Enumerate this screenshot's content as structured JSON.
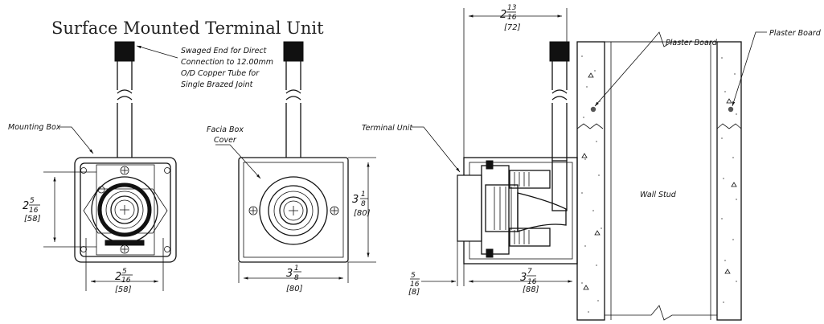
{
  "title": "Surface Mounted Terminal Unit",
  "notes": {
    "swaged_1": "Swaged End for Direct",
    "swaged_2": "Connection to 12.00mm",
    "swaged_3": "O/D Copper Tube for",
    "swaged_4": "Single Brazed Joint",
    "mounting_box": "Mounting Box",
    "facia_1": "Facia Box",
    "facia_2": "Cover",
    "terminal_unit": "Terminal Unit",
    "plaster_board_1": "Plaster Board",
    "plaster_board_2": "Plaster Board",
    "wall_stud": "Wall Stud"
  },
  "dimensions": {
    "mb_height": {
      "whole": "2",
      "num": "5",
      "den": "16",
      "mm": "[58]"
    },
    "mb_width": {
      "whole": "2",
      "num": "5",
      "den": "16",
      "mm": "[58]"
    },
    "fc_height": {
      "whole": "3",
      "num": "1",
      "den": "8",
      "mm": "[80]"
    },
    "fc_width": {
      "whole": "3",
      "num": "1",
      "den": "8",
      "mm": "[80]"
    },
    "side_top": {
      "whole": "2",
      "num": "13",
      "den": "16",
      "mm": "[72]"
    },
    "side_left": {
      "whole": "",
      "num": "5",
      "den": "16",
      "mm": "[8]"
    },
    "side_depth": {
      "whole": "3",
      "num": "7",
      "den": "16",
      "mm": "[88]"
    }
  }
}
